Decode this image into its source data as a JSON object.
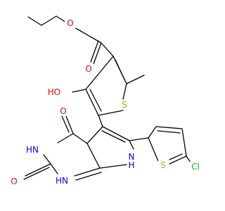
{
  "atoms": {
    "o_ester_carbonyl": "O",
    "o_ester_ether": "O",
    "hydroxy": "HO",
    "s_methylthiophene": "S",
    "n_pyrrole": "N",
    "h_pyrrole": "H",
    "s_chlorothiophene": "S",
    "cl": "Cl",
    "o_c4": "O",
    "n_h3": "HN",
    "o_c2": "O",
    "n_h1": "HN"
  },
  "colors": {
    "oxygen": "#ff0000",
    "nitrogen": "#0000ff",
    "sulfur": "#b2b200",
    "chlorine": "#00c000",
    "bond": "#000000"
  }
}
